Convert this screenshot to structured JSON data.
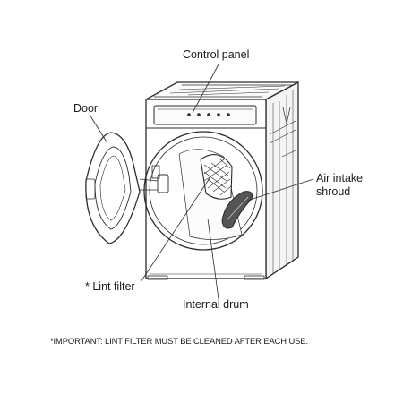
{
  "labels": {
    "control_panel": "Control panel",
    "door": "Door",
    "air_intake_line1": "Air intake",
    "air_intake_line2": "shroud",
    "lint_filter": "* Lint filter",
    "internal_drum": "Internal drum"
  },
  "note": "*IMPORTANT: LINT FILTER MUST BE CLEANED AFTER EACH USE.",
  "colors": {
    "line": "#2b2b2b",
    "shroud": "#555555",
    "background": "#ffffff"
  }
}
